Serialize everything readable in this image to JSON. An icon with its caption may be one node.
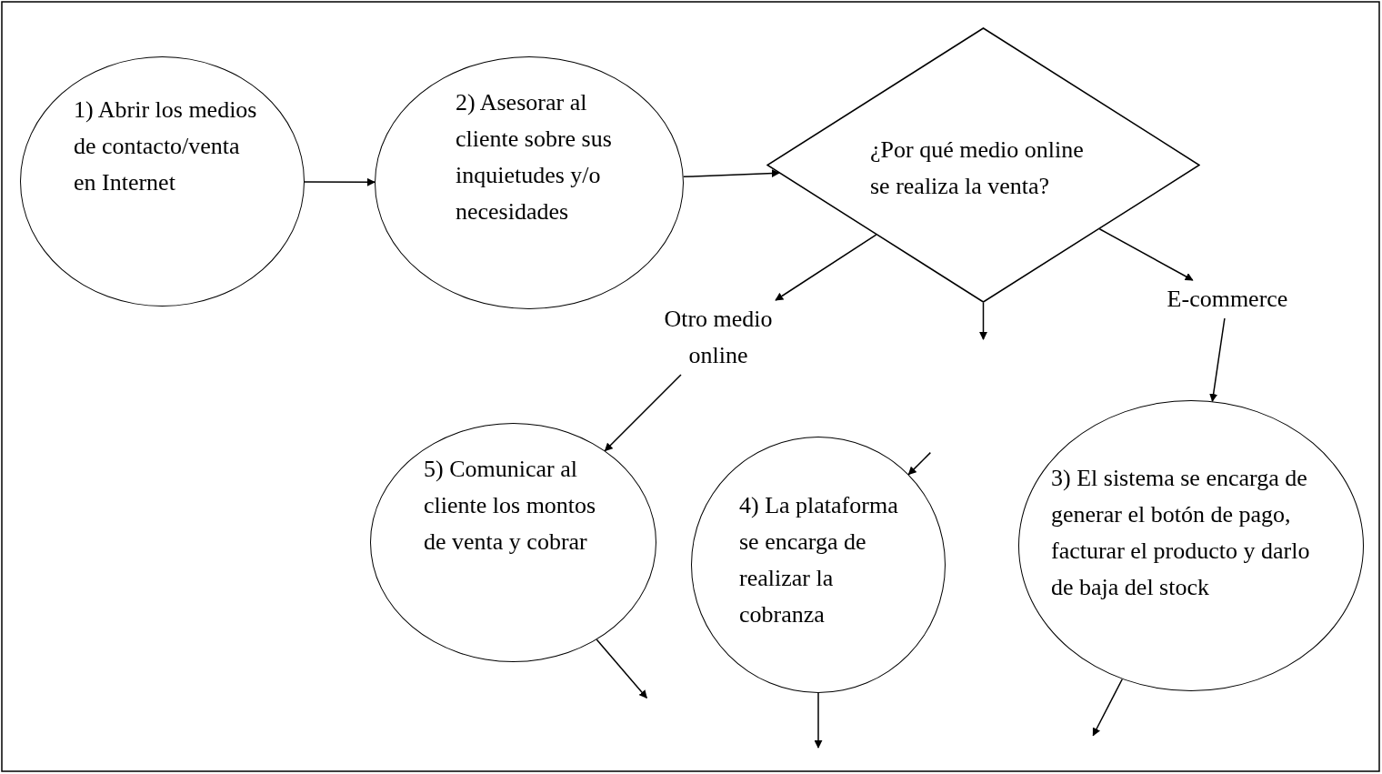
{
  "diagram": {
    "nodes": [
      {
        "text": [
          "1) Abrir los medios de contacto/venta en Internet"
        ]
      },
      {
        "text": [
          "2) Asesorar al cliente sobre sus inquietudes y/o necesidades"
        ]
      },
      {
        "text": [
          "¿Por qué medio online se realiza la venta?"
        ]
      },
      {
        "text": [
          "Otro medio online"
        ]
      },
      {
        "text": [
          "E-commerce"
        ]
      },
      {
        "text": [
          "5) Comunicar al cliente los montos de venta y cobrar"
        ]
      },
      {
        "text": [
          "4) La plataforma se encarga de realizar la cobranza"
        ]
      },
      {
        "text": [
          "3) El sistema se encarga de generar el botón de pago, facturar el producto y darlo de baja del stock"
        ]
      }
    ],
    "edges": [
      {
        "from": 0,
        "to": 1,
        "arrow": "to"
      },
      {
        "from": 1,
        "to": 2,
        "arrow": "to"
      },
      {
        "from": 2,
        "to": 3,
        "arrow": "to"
      },
      {
        "from": 2,
        "to": null,
        "arrow": "to"
      },
      {
        "from": null,
        "to": 6,
        "arrow": "to"
      },
      {
        "from": 2,
        "to": 4,
        "arrow": "to"
      },
      {
        "from": 4,
        "to": 7,
        "arrow": "to"
      },
      {
        "from": 3,
        "to": 5,
        "arrow": "to"
      },
      {
        "from": 5,
        "to": null,
        "arrow": "to"
      },
      {
        "from": 6,
        "to": null,
        "arrow": "to"
      },
      {
        "from": 7,
        "to": null,
        "arrow": "to"
      }
    ]
  }
}
